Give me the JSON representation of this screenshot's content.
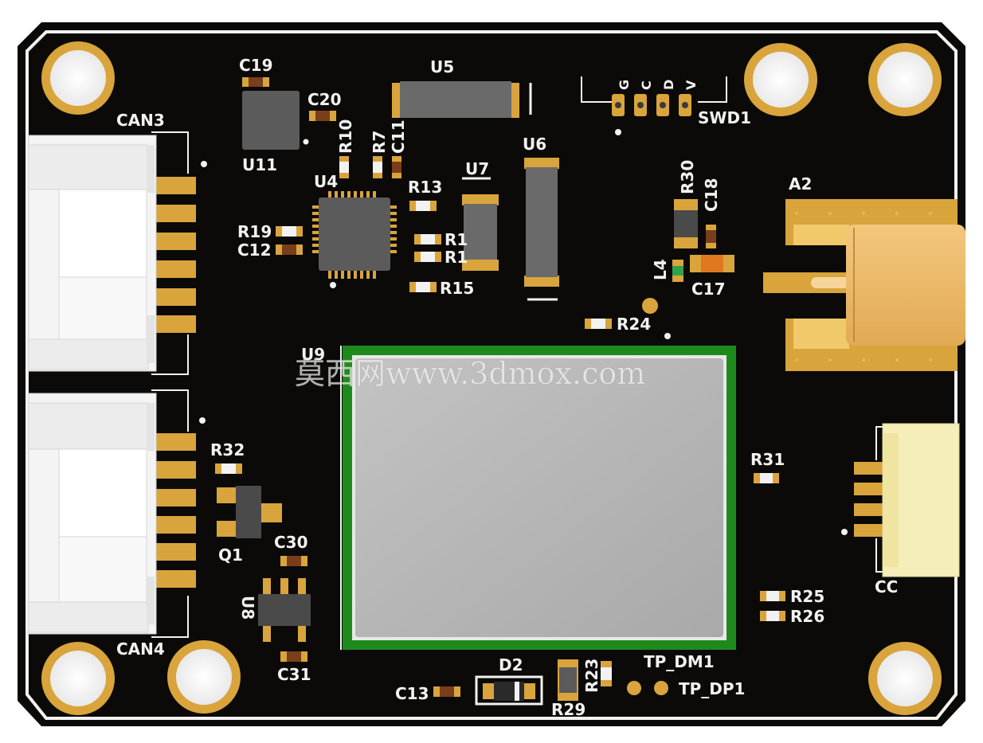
{
  "colors": {
    "board": "#0b0a09",
    "silkscreen": "#f2f2f2",
    "gold": "#d9a43b",
    "gold_light": "#f0c96b",
    "chip_body": "#5b5b5b",
    "shield_frame": "#1f8a1c",
    "shield_lid": "#b5b5b5",
    "connector_white": "#f4f4f4",
    "connector_cream": "#f6eeb8",
    "sma_gold": "#f0bd6a",
    "led_green": "#2fa34a",
    "cap_orange": "#e07820"
  },
  "labels": {
    "c19": "C19",
    "c20": "C20",
    "u5": "U5",
    "can3": "CAN3",
    "u11": "U11",
    "r10": "R10",
    "r7": "R7",
    "c11": "C11",
    "u6": "U6",
    "u7": "U7",
    "u4": "U4",
    "r13": "R13",
    "r19": "R19",
    "c12": "C12",
    "r1a": "R1",
    "r1b": "R1",
    "r15": "R15",
    "r30": "R30",
    "c18": "C18",
    "a2": "A2",
    "l4": "L4",
    "c17": "C17",
    "r24": "R24",
    "swd1": "SWD1",
    "swd_g": "G",
    "swd_c": "C",
    "swd_d": "D",
    "swd_v": "V",
    "u9": "U9",
    "r32": "R32",
    "q1": "Q1",
    "c30": "C30",
    "u8": "U8",
    "can4": "CAN4",
    "c31": "C31",
    "r31": "R31",
    "cc": "CC",
    "r25": "R25",
    "r26": "R26",
    "d2": "D2",
    "r23": "R23",
    "c13": "C13",
    "r29": "R29",
    "tp_dm1": "TP_DM1",
    "tp_dp1": "TP_DP1"
  },
  "watermark": "莫西网www.3dmox.com"
}
